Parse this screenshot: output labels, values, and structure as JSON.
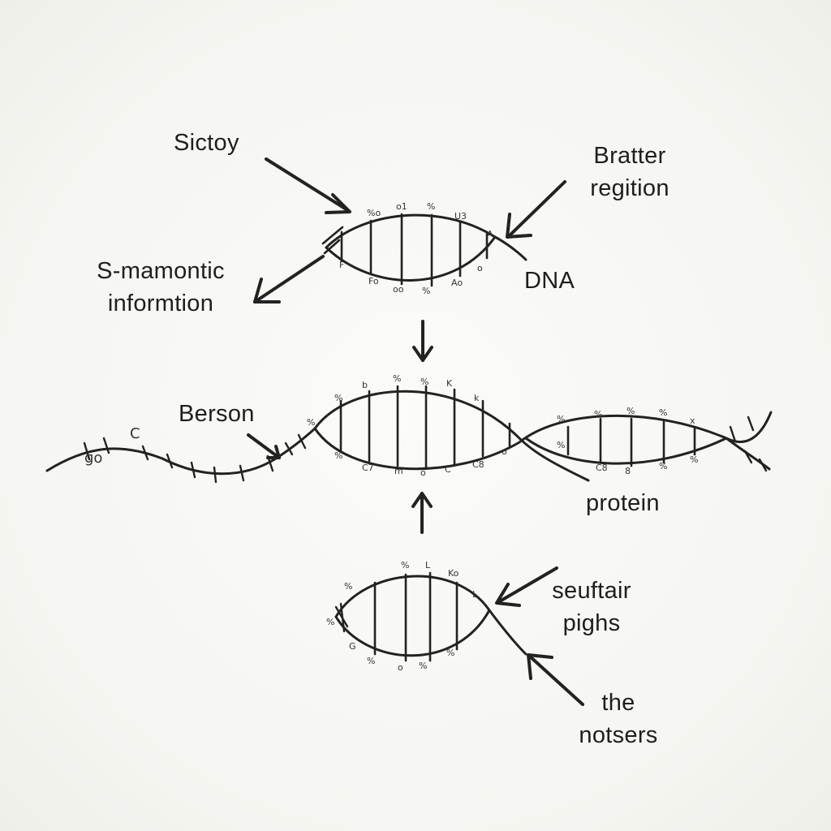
{
  "labels": {
    "sictoy": "Sictoy",
    "bratter_region_line1": "Bratter",
    "bratter_region_line2": "regition",
    "s_mamontic_line1": "S-mamontic",
    "s_mamontic_line2": "informtion",
    "dna": "DNA",
    "berson": "Berson",
    "protein": "protein",
    "seuftair_line1": "seuftair",
    "seuftair_line2": "pighs",
    "notsers_line1": "the",
    "notsers_line2": "notsers"
  },
  "colors": {
    "ink": "#222222",
    "background": "#f8f8f4"
  },
  "icons": {
    "arrow": "arrow-icon"
  }
}
